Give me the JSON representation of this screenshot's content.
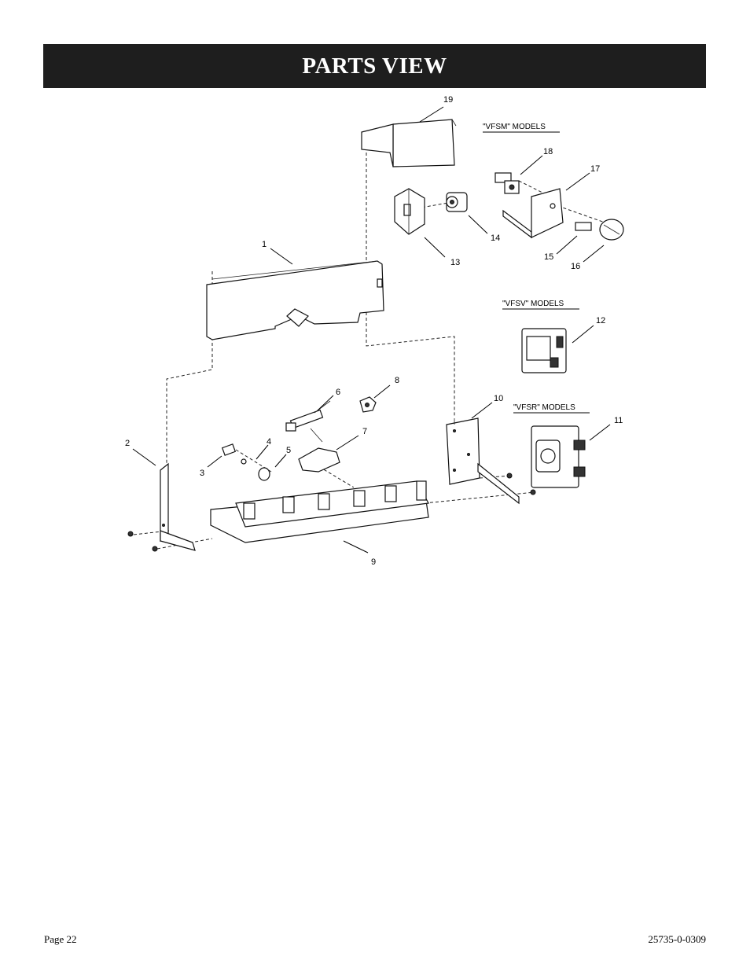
{
  "header": {
    "title": "PARTS VIEW"
  },
  "models": {
    "vfsm": "\"VFSM\" MODELS",
    "vfsv": "\"VFSV\" MODELS",
    "vfsr": "\"VFSR\" MODELS"
  },
  "callouts": [
    "1",
    "2",
    "3",
    "4",
    "5",
    "6",
    "7",
    "8",
    "9",
    "10",
    "11",
    "12",
    "13",
    "14",
    "15",
    "16",
    "17",
    "18",
    "19"
  ],
  "footer": {
    "page": "Page 22",
    "doc_number": "25735-0-0309"
  }
}
